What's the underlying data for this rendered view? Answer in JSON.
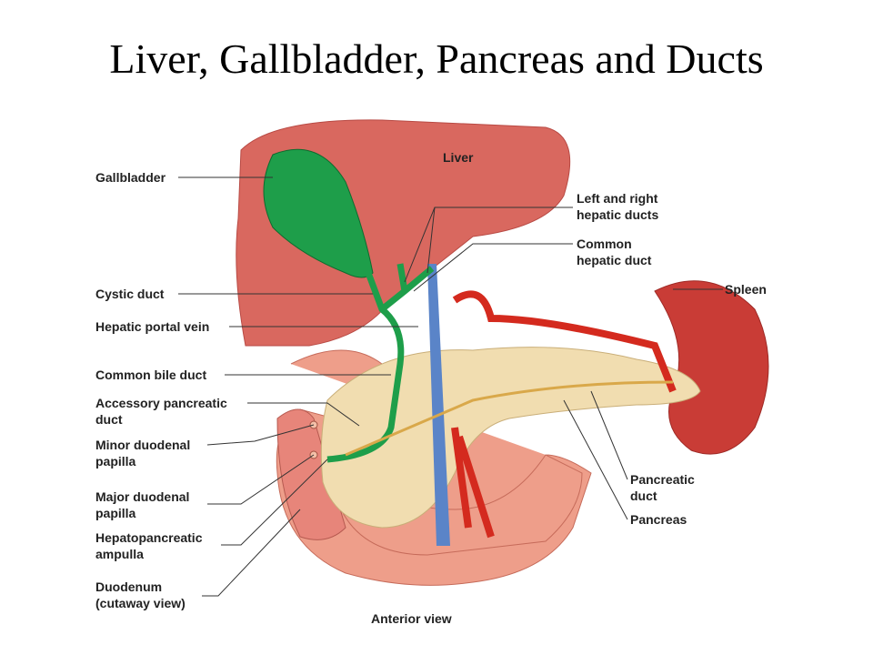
{
  "title": "Liver, Gallbladder, Pancreas and Ducts",
  "labels": {
    "liver": "Liver",
    "gallbladder": "Gallbladder",
    "hepatic_ducts_1": "Left and right",
    "hepatic_ducts_2": "hepatic ducts",
    "common_hepatic_1": "Common",
    "common_hepatic_2": "hepatic duct",
    "spleen": "Spleen",
    "cystic_duct": "Cystic duct",
    "portal_vein": "Hepatic portal vein",
    "common_bile_duct": "Common bile duct",
    "accessory_1": "Accessory pancreatic",
    "accessory_2": "duct",
    "minor_1": "Minor duodenal",
    "minor_2": "papilla",
    "major_1": "Major duodenal",
    "major_2": "papilla",
    "ampulla_1": "Hepatopancreatic",
    "ampulla_2": "ampulla",
    "duodenum_1": "Duodenum",
    "duodenum_2": "(cutaway view)",
    "pancreatic_duct_1": "Pancreatic",
    "pancreatic_duct_2": "duct",
    "pancreas": "Pancreas",
    "anterior_view": "Anterior view"
  }
}
